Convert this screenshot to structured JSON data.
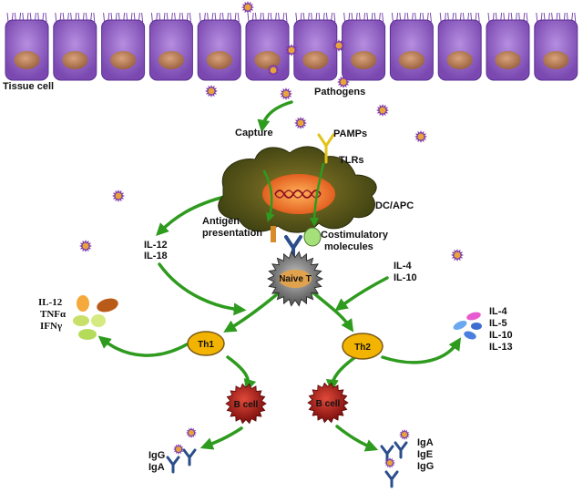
{
  "labels": {
    "tissue_cell": "Tissue cell",
    "pathogens": "Pathogens",
    "capture": "Capture",
    "pamps": "PAMPs",
    "tlrs": "TLRs",
    "dc_apc": "DC/APC",
    "antigen": "Antigen",
    "presentation": "presentation",
    "costimulatory": "Costimulatory",
    "molecules": "molecules",
    "naive_t": "Naive T",
    "il12_left": "IL-12",
    "il18_left": "IL-18",
    "il4_mid": "IL-4",
    "il10_mid": "IL-10",
    "th1": "Th1",
    "th2": "Th2",
    "b_cell_left": "B cell",
    "b_cell_right": "B cell"
  },
  "th1_cytokines": [
    "IL-12",
    "TNFα",
    "IFNγ"
  ],
  "th2_cytokines": [
    "IL-4",
    "IL-5",
    "IL-10",
    "IL-13"
  ],
  "antibodies_left": [
    "IgG",
    "IgA"
  ],
  "antibodies_right": [
    "IgA",
    "IgE",
    "IgG"
  ],
  "colors": {
    "tissue_cell": "#8e5cc4",
    "nucleus": "#b07a55",
    "arrow": "#2e9b1e",
    "pathogen": "#e8a33a",
    "dc": "#5a5a1e",
    "th_node": "#f2b400",
    "b_cell": "#a01818",
    "antibody": "#2a4e8c"
  }
}
